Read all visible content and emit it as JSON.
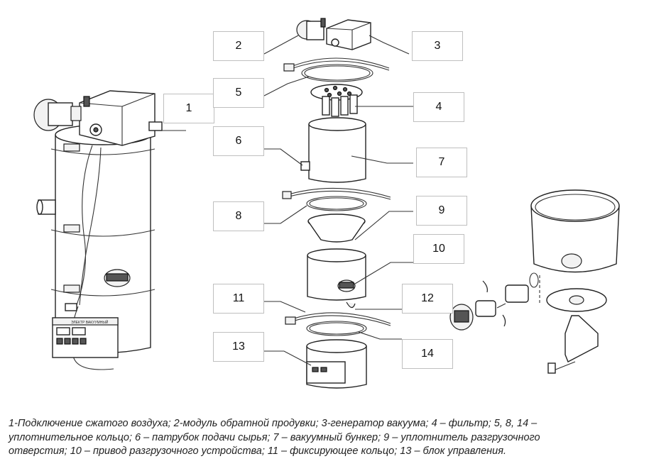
{
  "callouts": [
    {
      "id": "1",
      "text": "1"
    },
    {
      "id": "2",
      "text": "2"
    },
    {
      "id": "3",
      "text": "3"
    },
    {
      "id": "4",
      "text": "4"
    },
    {
      "id": "5",
      "text": "5"
    },
    {
      "id": "6",
      "text": "6"
    },
    {
      "id": "7",
      "text": "7"
    },
    {
      "id": "8",
      "text": "8"
    },
    {
      "id": "9",
      "text": "9"
    },
    {
      "id": "10",
      "text": "10"
    },
    {
      "id": "11",
      "text": "11"
    },
    {
      "id": "12",
      "text": "12"
    },
    {
      "id": "13",
      "text": "13"
    },
    {
      "id": "14",
      "text": "14"
    }
  ],
  "caption": {
    "line1": "1-Подключение сжатого воздуха; 2-модуль обратной продувки; 3-генератор вакуума; 4 – фильтр; 5, 8, 14 –",
    "line2": "уплотнительное кольцо; 6 – патрубок подачи сырья; 7 – вакуумный бункер; 9 – уплотнитель разгрузочного",
    "line3": "отверстия; 10 – привод разгрузочного устройства;  11 – фиксирующее кольцо; 13 –  блок управления."
  },
  "control_box_label": "ЭЛЕКТР ВАКУУМНЫЙ"
}
